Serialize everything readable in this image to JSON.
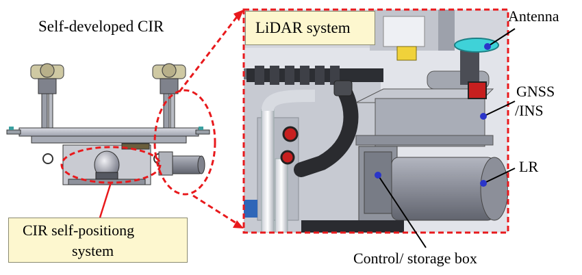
{
  "title": "Self-developed CIR",
  "labels": {
    "lidar": "LiDAR system",
    "antenna": "Antenna",
    "gnss_line1": "GNSS",
    "gnss_line2": "/INS",
    "lr": "LR",
    "control": "Control/ storage box",
    "cir_line1": "CIR self-positiong",
    "cir_line2": "system"
  },
  "colors": {
    "callout_dash": "#e8191c",
    "label_box_fill": "#fdf7cf",
    "pointer_dot": "#2a35c9",
    "background": "#ffffff"
  }
}
